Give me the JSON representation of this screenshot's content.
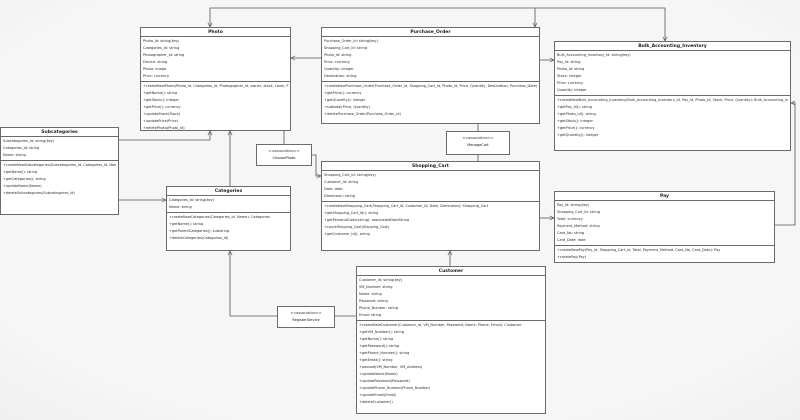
{
  "classes": {
    "photo": {
      "name": "Photo",
      "attributes": [
        "Photo_Id: string(key)",
        "Categories_Id: string",
        "Photographer_Id: string",
        "Device: string",
        "Photo: image",
        "Price: currency"
      ],
      "operations": [
        "+createNewPhoto(Photo_Id, Categories_Id, Photographer_Id, owner, stock, Level, Price)",
        "+getName(): string",
        "+getStock(): integer",
        "+getPrice(): currency",
        "+updateStock(Stock)",
        "+updatePrice(Price)",
        "+deletePhoto(Photo_Id)"
      ]
    },
    "purchase_order": {
      "name": "Purchase_Order",
      "attributes": [
        "Purchase_Order_Id: string(key)",
        "Shopping_Cart_Id: string",
        "Photo_Id: string",
        "Price: currency",
        "Quantity: integer",
        "Destination: string"
      ],
      "operations": [
        "+createNewPurchase_Order(Purchase_Order_Id, Shopping_Cart_Id, Photo_Id, Price, Quantity, Destination, Purchase_Date)",
        "+getPrice(): currency",
        "+getQuantity(): integer",
        "+subtotal(Price, Quantity)",
        "+deletePurchase_Order(Purchase_Order_Id)"
      ]
    },
    "bulk_accounting_inventory": {
      "name": "Bulk_Accounting_Inventory",
      "attributes": [
        "Bulk_Accounting_Inventory_Id: string(key)",
        "Pay_Id: string",
        "Photo_Id: string",
        "Stock: integer",
        "Price: currency",
        "Quantity: integer"
      ],
      "operations": [
        "+createNewBulk_Accounting_Inventory(Bulk_Accounting_Inventory_Id, Pay_Id, Photo_Id, Stock, Price, Quantity): Bulk_Accounting_Inventory",
        "+getPay_Id(): string",
        "+getPhoto_Id(): string",
        "+getStock(): integer",
        "+getPrice(): currency",
        "+getQuantity(): integer"
      ]
    },
    "subcategories": {
      "name": "Subcategories",
      "attributes": [
        "Subcategories_Id: string(key)",
        "Categories_Id: string",
        "Name: string"
      ],
      "operations": [
        "+createNewSubcategories(Subcategories_Id, Categories_Id, Name): Subcategories",
        "+getName(): string",
        "+getCategories(): string",
        "+updateName(Name)",
        "+deleteSubcategories(Subcategories_Id)"
      ]
    },
    "categories": {
      "name": "Categories",
      "attributes": [
        "Categories_Id: string(key)",
        "Name: string"
      ],
      "operations": [
        "+createNewCategories(Categories_Id, Name): Categories",
        "+getName(): string",
        "+getParentCategories(): substring",
        "+deleteCategories(Categories_Id)"
      ]
    },
    "shopping_cart": {
      "name": "Shopping_Cart",
      "attributes": [
        "Shopping_Cart_Id: string(key)",
        "Customer_Id: string",
        "Date: date",
        "Dimension: string"
      ],
      "operations": [
        "+createNewShopping_Cart(Shopping_Cart_Id, Customer_Id, Date, Dimension): Shopping_Cart",
        "+getShopping_Cart_Id(): string",
        "+getPersonalCode(string): associatedDataString",
        "+countShipping_Cost(Shipping_Cost)",
        "+getCustomer_Id(): string"
      ]
    },
    "pay": {
      "name": "Pay",
      "attributes": [
        "Pay_Id: string(key)",
        "Shopping_Cart_Id: string",
        "Total: currency",
        "Payment_Method: string",
        "Card_No: string",
        "Card_Date: date"
      ],
      "operations": [
        "+createNewPay(Pay_Id, Shopping_Cart_Id, Total, Payment_Method, Card_No, Card_Date): Pay",
        "+createPay(Pay)"
      ]
    },
    "customer": {
      "name": "Customer",
      "attributes": [
        "Customer_Id: string(key)",
        "VM_Number: string",
        "Name: string",
        "Password: string",
        "Phone_Number: string",
        "Email: string"
      ],
      "operations": [
        "+createNewCustomer(Customer_Id, VM_Number, Password, Name, Phone, Email): Customer",
        "+getVM_Number(): string",
        "+getName(): string",
        "+getPassword(): string",
        "+getPhone_Number(): string",
        "+getEmail(): string",
        "+passwd(VM_Number, VM_Address)",
        "+updateName(Name)",
        "+updatePassword(Password)",
        "+updatePhone_Number(Phone_Number)",
        "+updateEmail(Email)",
        "+deleteCustomer()"
      ]
    }
  },
  "associations": {
    "choose_photo": {
      "stereotype": "<<association>>",
      "name": "ChoosePhoto"
    },
    "manage_cart": {
      "stereotype": "<<association>>",
      "name": "ManageCart"
    },
    "register_service": {
      "stereotype": "<<association>>",
      "name": "RegisterService"
    }
  },
  "relationships": [
    {
      "from": "Photo",
      "to": "Bulk_Accounting_Inventory"
    },
    {
      "from": "Purchase_Order",
      "to": "Photo"
    },
    {
      "from": "Purchase_Order",
      "to": "Bulk_Accounting_Inventory"
    },
    {
      "from": "Purchase_Order",
      "to": "Shopping_Cart",
      "via": "ManageCart"
    },
    {
      "from": "Photo",
      "to": "Shopping_Cart",
      "via": "ChoosePhoto"
    },
    {
      "from": "Subcategories",
      "to": "Photo"
    },
    {
      "from": "Categories",
      "to": "Photo"
    },
    {
      "from": "Subcategories",
      "to": "Categories"
    },
    {
      "from": "Shopping_Cart",
      "to": "Pay"
    },
    {
      "from": "Pay",
      "to": "Bulk_Accounting_Inventory"
    },
    {
      "from": "Customer",
      "to": "Shopping_Cart"
    },
    {
      "from": "Customer",
      "to": "Categories",
      "via": "RegisterService"
    }
  ]
}
